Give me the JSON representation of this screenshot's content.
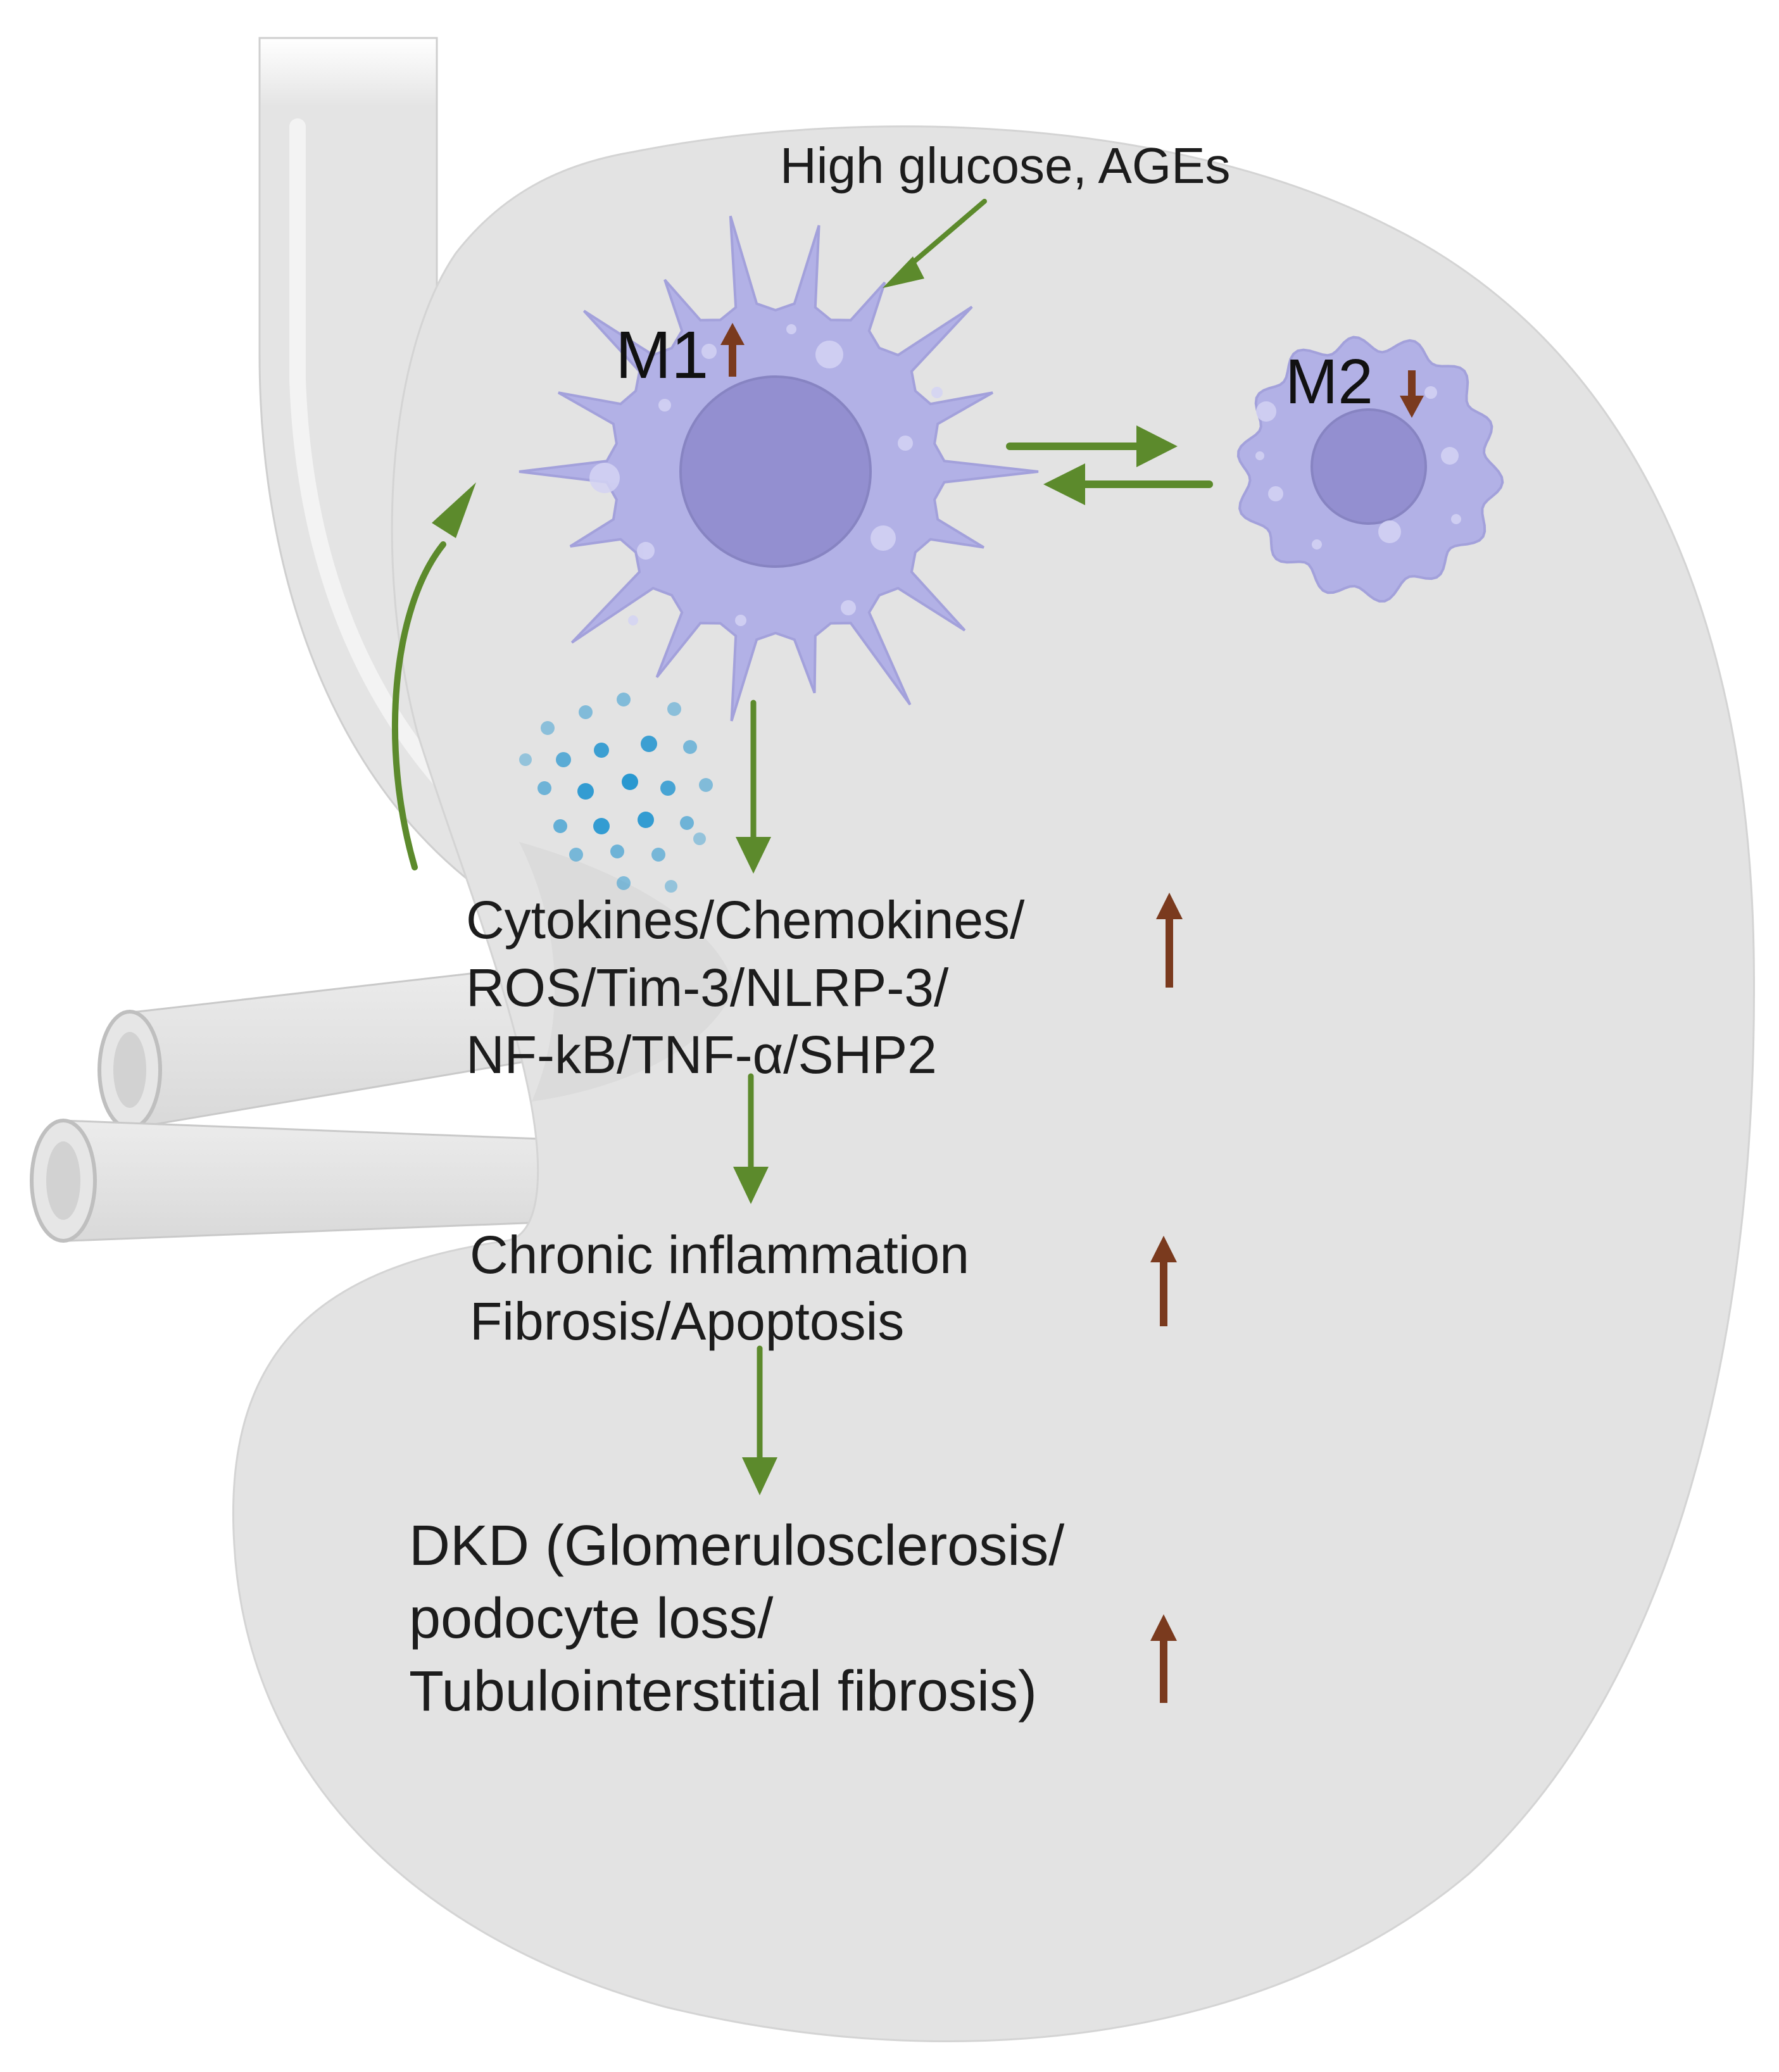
{
  "colors": {
    "kidney": "#e3e3e3",
    "ureter": "#e0e0e0",
    "macrophage": "#b2b1e6",
    "nucleus": "#938fd0",
    "flow_arrow": "#5c8a2c",
    "up_down_arrow": "#7a3a1e",
    "cytokine_dots": "#1f93cf"
  },
  "stimulus": {
    "label": "High glucose, AGEs"
  },
  "m1": {
    "label": "M1",
    "trend": "up"
  },
  "m2": {
    "label": "M2",
    "trend": "down"
  },
  "mediators": {
    "lines": [
      "Cytokines/Chemokines/",
      "ROS/Tim-3/NLRP-3/",
      "NF-kB/TNF-α/SHP2"
    ],
    "trend": "up"
  },
  "effects": {
    "lines": [
      "Chronic inflammation",
      "Fibrosis/Apoptosis"
    ],
    "trend": "up"
  },
  "outcome": {
    "lines": [
      "DKD (Glomerulosclerosis/",
      "podocyte loss/",
      "Tubulointerstitial fibrosis)"
    ],
    "trend": "up"
  }
}
